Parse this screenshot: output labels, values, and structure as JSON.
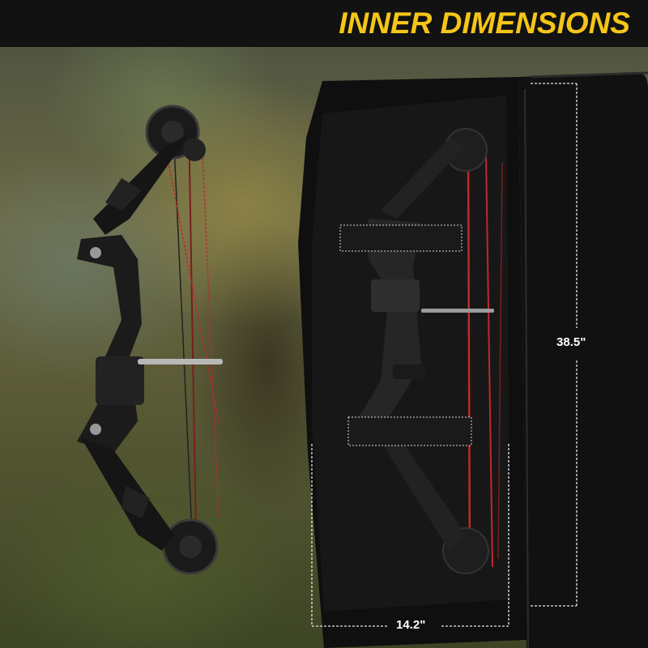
{
  "header": {
    "title": "INNER DIMENSIONS",
    "title_color": "#f5c518",
    "bar_color": "#121212"
  },
  "dimensions": {
    "height": "38.5\"",
    "width": "14.2\""
  },
  "colors": {
    "case": "#111111",
    "string": "#c0282a",
    "strap": "#1a1a1a"
  }
}
